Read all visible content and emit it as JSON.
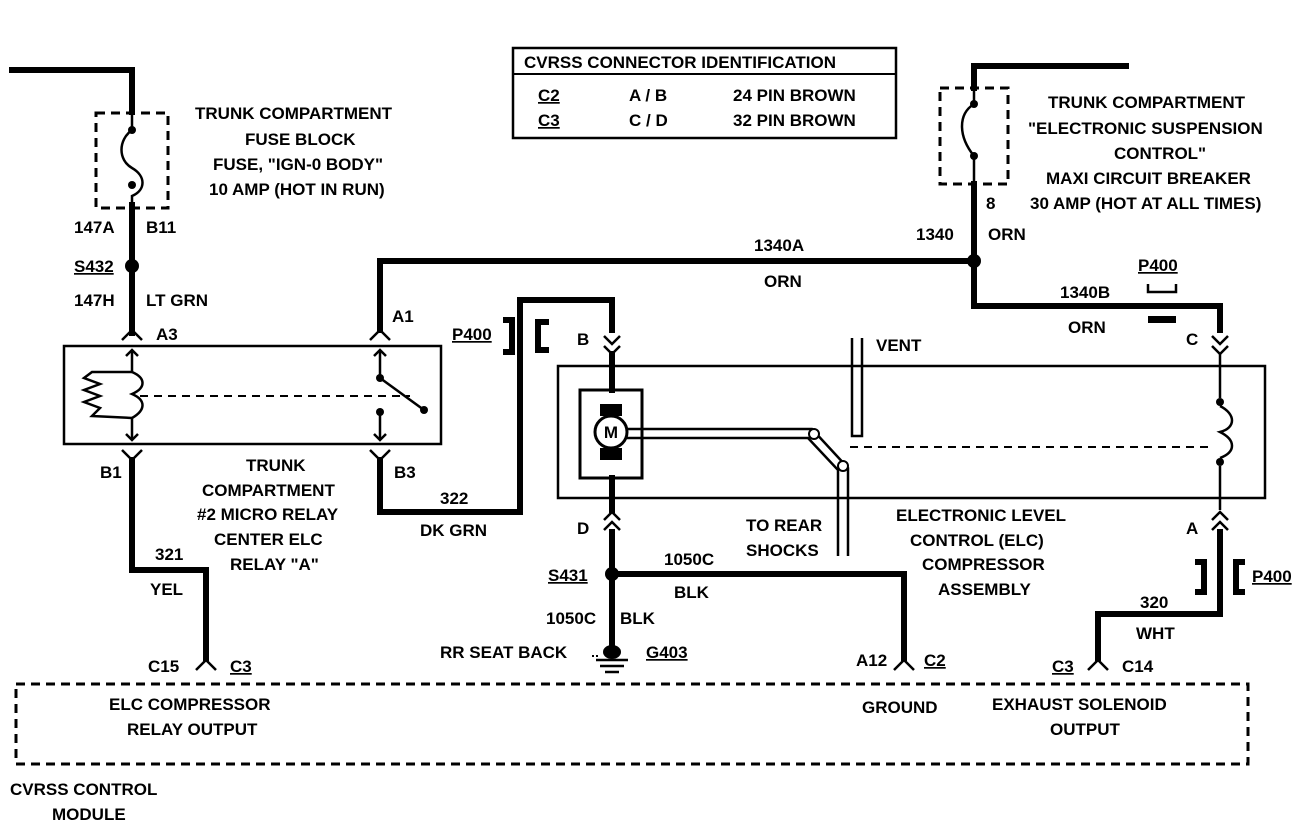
{
  "connector_table": {
    "title": "CVRSS CONNECTOR IDENTIFICATION",
    "rows": [
      {
        "conn": "C2",
        "pins": "A / B",
        "desc": "24 PIN BROWN"
      },
      {
        "conn": "C3",
        "pins": "C / D",
        "desc": "32 PIN BROWN"
      }
    ]
  },
  "fuse_block": {
    "lines": [
      "TRUNK COMPARTMENT",
      "FUSE BLOCK",
      "FUSE, \"IGN-0 BODY\"",
      "10 AMP (HOT IN RUN)"
    ],
    "circuit": "147A",
    "terminal": "B11"
  },
  "breaker": {
    "lines": [
      "TRUNK COMPARTMENT",
      "\"ELECTRONIC SUSPENSION",
      "CONTROL\"",
      "MAXI CIRCUIT BREAKER",
      "30 AMP (HOT AT ALL TIMES)"
    ],
    "terminal": "8",
    "circuit": "1340",
    "color": "ORN"
  },
  "splice_s432": {
    "name": "S432",
    "circuit": "147H",
    "color": "LT GRN"
  },
  "relay": {
    "lines": [
      "TRUNK",
      "COMPARTMENT",
      "#2 MICRO RELAY",
      "CENTER ELC",
      "RELAY \"A\""
    ],
    "pins": {
      "a3": "A3",
      "a1": "A1",
      "b1": "B1",
      "b3": "B3"
    }
  },
  "wires": {
    "w1340a": {
      "circuit": "1340A",
      "color": "ORN"
    },
    "w1340b": {
      "circuit": "1340B",
      "color": "ORN"
    },
    "w322": {
      "circuit": "322",
      "color": "DK GRN"
    },
    "w321": {
      "circuit": "321",
      "color": "YEL"
    },
    "w320": {
      "circuit": "320",
      "color": "WHT"
    },
    "w1050c_h": {
      "circuit": "1050C",
      "color": "BLK"
    },
    "w1050c_v": {
      "circuit": "1050C",
      "color": "BLK"
    }
  },
  "p400": {
    "label": "P400"
  },
  "compressor": {
    "pins": {
      "b": "B",
      "c": "C",
      "d": "D",
      "a": "A"
    },
    "vent": "VENT",
    "motor": "M",
    "shocks": [
      "TO REAR",
      "SHOCKS"
    ],
    "lines": [
      "ELECTRONIC LEVEL",
      "CONTROL (ELC)",
      "COMPRESSOR",
      "ASSEMBLY"
    ]
  },
  "splice_s431": {
    "name": "S431"
  },
  "ground": {
    "location": "RR SEAT BACK",
    "name": "G403"
  },
  "module": {
    "title": [
      "CVRSS CONTROL",
      "MODULE"
    ],
    "c15": {
      "pin": "C15",
      "conn": "C3",
      "label": [
        "ELC COMPRESSOR",
        "RELAY OUTPUT"
      ]
    },
    "a12": {
      "pin": "A12",
      "conn": "C2",
      "label": [
        "GROUND"
      ]
    },
    "c14": {
      "pin": "C14",
      "conn": "C3",
      "label": [
        "EXHAUST SOLENOID",
        "OUTPUT"
      ]
    }
  }
}
